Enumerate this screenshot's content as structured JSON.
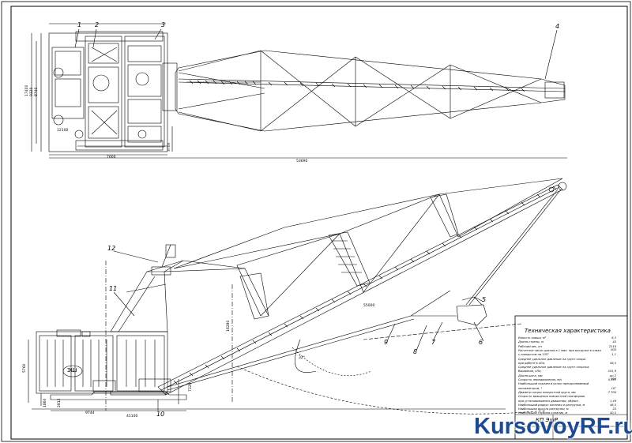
{
  "callouts": [
    {
      "id": "callout-1",
      "text": "1"
    },
    {
      "id": "callout-2",
      "text": "2"
    },
    {
      "id": "callout-3",
      "text": "3"
    },
    {
      "id": "callout-4",
      "text": "4"
    },
    {
      "id": "callout-5",
      "text": "5"
    },
    {
      "id": "callout-6",
      "text": "6"
    },
    {
      "id": "callout-7",
      "text": "7"
    },
    {
      "id": "callout-8",
      "text": "8"
    },
    {
      "id": "callout-9",
      "text": "9"
    },
    {
      "id": "callout-10",
      "text": "10"
    },
    {
      "id": "callout-11",
      "text": "11"
    },
    {
      "id": "callout-12",
      "text": "12"
    }
  ],
  "plan_view": {
    "dim_total_length": "53690",
    "dim_base_length": "7000",
    "dim_base_width": "12100",
    "dim_left_outer": "17400",
    "dim_left_mid": "9320",
    "dim_left_inner": "8740",
    "dim_right_small": "3700"
  },
  "side_view": {
    "dim_boom_length": "55000",
    "dim_height_mast": "16280",
    "dim_height_left": "5760",
    "dim_height_cab": "7320",
    "dim_base_1": "9744",
    "dim_base_2": "41100",
    "dim_small_1": "1860",
    "dim_small_2": "2812",
    "angle": "32°",
    "cab_badge": "ЭШ"
  },
  "tech_table": {
    "title": "Техническая характеристика",
    "rows": [
      {
        "label": "Емкость ковша, м³",
        "value": "6,3"
      },
      {
        "label": "Длина стрелы, м",
        "value": "45"
      },
      {
        "label": "Рабочий вес, кн",
        "value": "2118 000"
      },
      {
        "label": "Расчетное число циклов в 1 мин. при выгрузке в отвал",
        "value": ""
      },
      {
        "label": "с поворотом на 135°",
        "value": "1,1"
      },
      {
        "label": "Среднее удельное давление на грунт опоры",
        "value": ""
      },
      {
        "label": "при работе в кПа,",
        "value": "58,5"
      },
      {
        "label": "Среднее удельное давление на грунт опорных",
        "value": ""
      },
      {
        "label": "башмаков, кПа,",
        "value": "101,8"
      },
      {
        "label": "Длина шага, мм",
        "value": "до 2 000"
      },
      {
        "label": "Скорость передвижения, м/ч",
        "value": "0,151"
      },
      {
        "label": "Наибольший подъем и уклон преодолеваемый",
        "value": ""
      },
      {
        "label": "экскаватором, °",
        "value": "10°"
      },
      {
        "label": "Диаметр опоры поворотной круга, мм",
        "value": "7 700"
      },
      {
        "label": "Скорость вращения поворотной платформы",
        "value": ""
      },
      {
        "label": "при установившемся движении, об/мин",
        "value": "1,49"
      },
      {
        "label": "Наибольший радиус копания и разгрузки, м",
        "value": "46,5"
      },
      {
        "label": "Наибольшая высота разгрузки, м",
        "value": "22"
      },
      {
        "label": "Наибольшая глубина копания, м",
        "value": "40,5"
      }
    ]
  },
  "stamp": {
    "code": "КП ЭшР..."
  },
  "watermark": {
    "text": "KursovoyRF.ru",
    "color": "#1f4a8f"
  },
  "colors": {
    "line": "#000000",
    "background": "#ffffff",
    "border": "#000000"
  }
}
